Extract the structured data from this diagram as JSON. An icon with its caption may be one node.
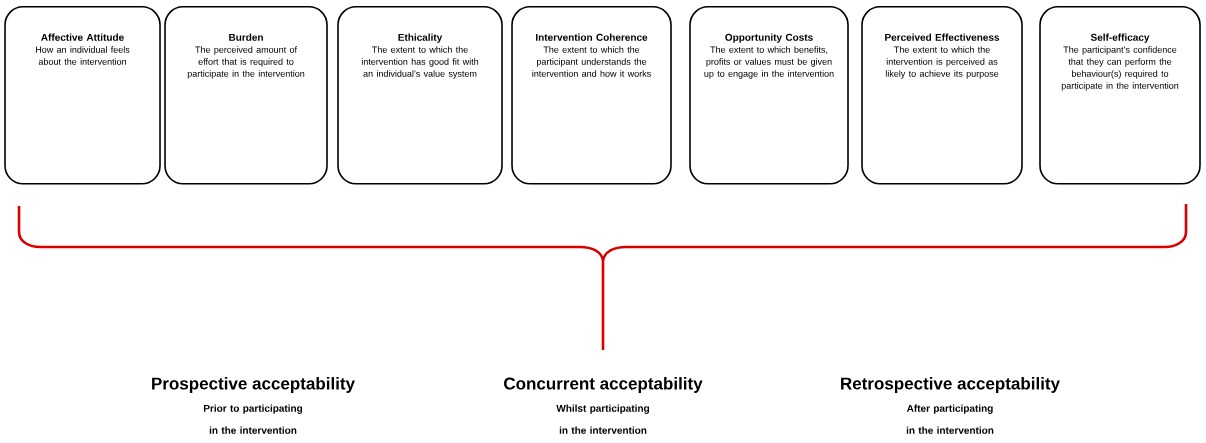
{
  "diagram": {
    "nodes": [
      {
        "text": [
          "Affective Attitude",
          "How an individual feels about the intervention"
        ]
      },
      {
        "text": [
          "Burden",
          "The perceived amount of effort that is required to participate in the intervention"
        ]
      },
      {
        "text": [
          "Ethicality",
          "The extent to which the intervention has good fit with an individual’s value system"
        ]
      },
      {
        "text": [
          "Intervention Coherence",
          "The extent to which the participant understands the intervention and how it works"
        ]
      },
      {
        "text": [
          "Opportunity Costs",
          "The extent to which benefits, profits or values must be given up to engage in the intervention"
        ]
      },
      {
        "text": [
          "Perceived Effectiveness",
          "The extent to which the intervention is perceived as likely to achieve its purpose"
        ]
      },
      {
        "text": [
          "Self-efficacy",
          "The participant’s confidence that they can perform the behaviour(s) required to participate in the intervention"
        ]
      }
    ],
    "edges": [],
    "labels": [
      "Prospective acceptability",
      "Prior to participating in the intervention",
      "Concurrent acceptability",
      "Whilst participating in the intervention",
      "Retrospective acceptability",
      "After participating in the intervention"
    ]
  }
}
